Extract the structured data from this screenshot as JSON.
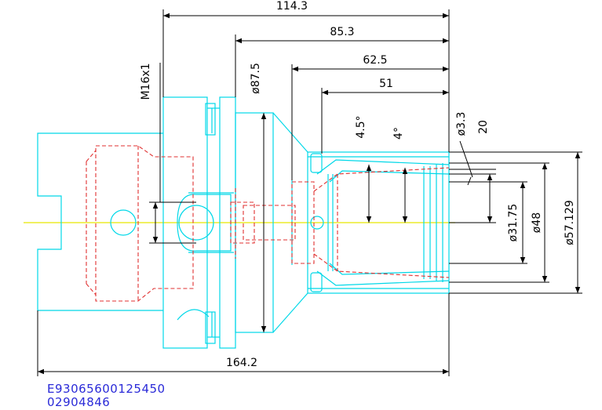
{
  "dimensions": {
    "overall_length": "164.2",
    "length_a": "114.3",
    "length_b": "85.3",
    "length_c": "62.5",
    "length_d": "51",
    "thread": "M16x1",
    "flange_diameter": "ø87.5",
    "angle_outer": "4.5°",
    "angle_inner": "4°",
    "small_diameter": "ø3.3",
    "offset": "20",
    "bore_diameter": "ø31.75",
    "nose_diameter": "ø48",
    "outer_diameter": "ø57.129"
  },
  "footer": {
    "part_number": "E93065600125450",
    "order_number": "02904846"
  },
  "colors": {
    "outline": "#00d8e8",
    "hidden": "#e03030",
    "dimension": "#000000",
    "centerline": "#e8e800",
    "text_code": "#2a2ad8"
  }
}
